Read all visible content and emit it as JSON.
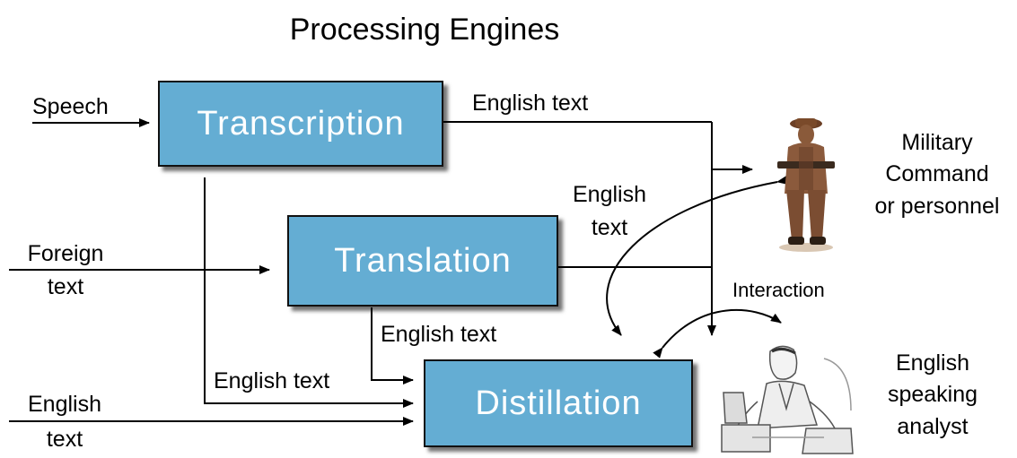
{
  "title": "Processing Engines",
  "boxes": {
    "transcription": "Transcription",
    "translation": "Translation",
    "distillation": "Distillation"
  },
  "inputs": {
    "speech": "Speech",
    "foreign_line1": "Foreign",
    "foreign_line2": "text",
    "english_line1": "English",
    "english_line2": "text"
  },
  "edges": {
    "transcription_out": "English text",
    "translation_out_line1": "English",
    "translation_out_line2": "text",
    "translation_to_distillation": "English text",
    "transcription_to_distillation": "English text",
    "interaction": "Interaction"
  },
  "actors": {
    "military_line1": "Military",
    "military_line2": "Command",
    "military_line3": "or personnel",
    "analyst_line1": "English",
    "analyst_line2": "speaking",
    "analyst_line3": "analyst"
  },
  "colors": {
    "box_fill": "#64add3",
    "box_text": "#ffffff",
    "line": "#000000"
  }
}
